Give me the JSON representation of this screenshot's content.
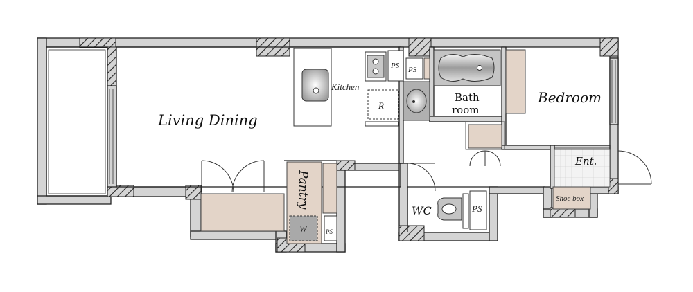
{
  "labels": {
    "living_dining": "Living Dining",
    "kitchen": "Kitchen",
    "refrigerator": "R",
    "ps_kitchen": "PS",
    "ps_bath": "PS",
    "bath_line1": "Bath",
    "bath_line2": "room",
    "bedroom": "Bedroom",
    "entrance": "Ent.",
    "shoe_box": "Shoe box",
    "pantry": "Pantry",
    "washer": "W",
    "ps_pantry": "PS",
    "wc": "WC",
    "ps_wc": "PS"
  },
  "colors": {
    "wall": "#d4d4d4",
    "storage": "#e3d4c8",
    "fixture_gray": "#b0b0b0",
    "washer": "#a9a9a9",
    "tile": "#e8e8e8"
  }
}
